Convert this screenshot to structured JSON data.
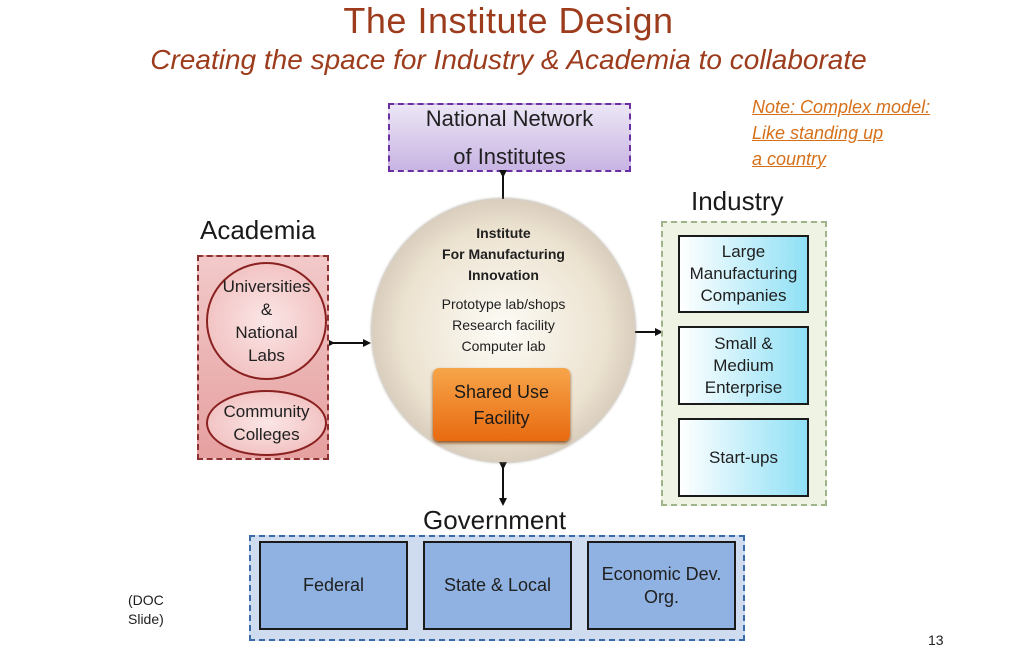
{
  "title": "The Institute Design",
  "subtitle": "Creating the space for Industry & Academia to collaborate",
  "note": {
    "lines": [
      "Note: Complex model:",
      "Like standing up",
      "a country"
    ]
  },
  "network": {
    "lines": [
      "National Network",
      "of Institutes"
    ]
  },
  "academia": {
    "label": "Academia",
    "universities": [
      "Universities",
      "&",
      "National",
      "Labs"
    ],
    "colleges": [
      "Community",
      "Colleges"
    ]
  },
  "industry": {
    "label": "Industry",
    "items": [
      {
        "lines": [
          "Large",
          "Manufacturing",
          "Companies"
        ]
      },
      {
        "lines": [
          "Small &",
          "Medium",
          "Enterprise"
        ]
      },
      {
        "lines": [
          "Start-ups"
        ]
      }
    ]
  },
  "hub": {
    "title_lines": [
      "Institute",
      "For Manufacturing",
      "Innovation"
    ],
    "facilities": [
      "Prototype lab/shops",
      "Research facility",
      "Computer lab"
    ],
    "shared": [
      "Shared Use",
      "Facility"
    ]
  },
  "government": {
    "label": "Government",
    "items": [
      {
        "lines": [
          "Federal"
        ]
      },
      {
        "lines": [
          "State & Local"
        ]
      },
      {
        "lines": [
          "Economic Dev.",
          "Org."
        ]
      }
    ]
  },
  "footer": {
    "doc_lines": [
      "(DOC",
      "Slide)"
    ],
    "page_number": "13"
  },
  "colors": {
    "title": "#9c3c1c",
    "note": "#d6701a",
    "network": "#c8b4e3",
    "academia": "#e6a0a0",
    "industry_item": "#8fe0f5",
    "government": "#8fb2e2",
    "shared": "#e86a10"
  }
}
